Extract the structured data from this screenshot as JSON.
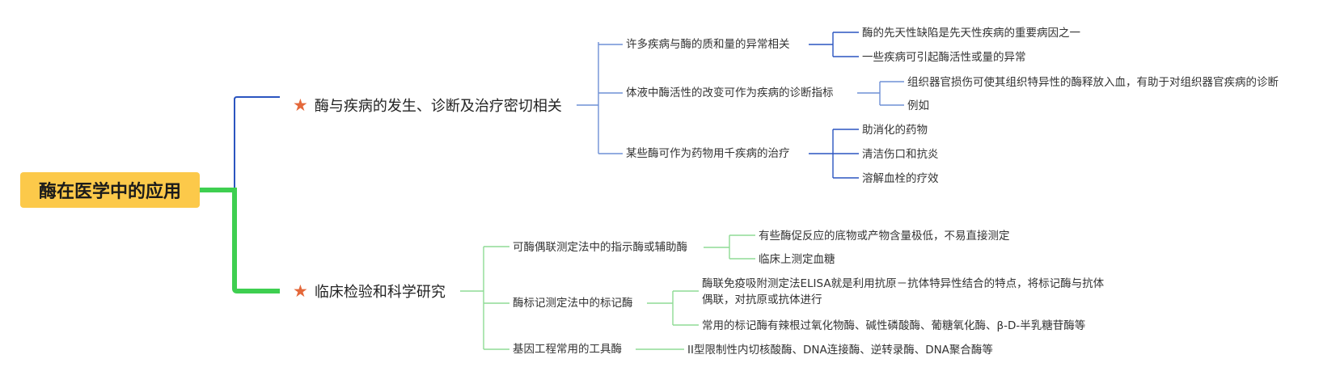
{
  "root": {
    "label": "酶在医学中的应用"
  },
  "branch1": {
    "label": "酶与疾病的发生、诊断及治疗密切相关",
    "icon": "star-icon",
    "color": "#2b55c0",
    "children": [
      {
        "label": "许多疾病与酶的质和量的异常相关",
        "leaves": [
          "酶的先天性缺陷是先天性疾病的重要病因之一",
          "一些疾病可引起酶活性或量的异常"
        ]
      },
      {
        "label": "体液中酶活性的改变可作为疾病的诊断指标",
        "leaves": [
          "组织器官损伤可使其组织特异性的酶释放入血，有助于对组织器官疾病的诊断",
          "例如"
        ]
      },
      {
        "label": "某些酶可作为药物用千疾病的治疗",
        "leaves": [
          "助消化的药物",
          "清洁伤口和抗炎",
          "溶解血栓的疗效"
        ]
      }
    ]
  },
  "branch2": {
    "label": "临床检验和科学研究",
    "icon": "star-icon",
    "color": "#3ecf50",
    "children": [
      {
        "label": "可酶偶联测定法中的指示酶或辅助酶",
        "leaves": [
          "有些酶促反应的底物或产物含量极低，不易直接测定",
          "临床上测定血糖"
        ]
      },
      {
        "label": "酶标记测定法中的标记酶",
        "leaves": [
          "酶联免疫吸附测定法ELISA就是利用抗原－抗体特异性结合的特点，将标记酶与抗体偶联，对抗原或抗体进行",
          "常用的标记酶有辣根过氧化物酶、碱性磷酸酶、葡糖氧化酶、β-D-半乳糖苷酶等"
        ]
      },
      {
        "label": "基因工程常用的工具酶",
        "leaves": [
          "II型限制性内切核酸酶、DNA连接酶、逆转录酶、DNA聚合酶等"
        ]
      }
    ]
  }
}
